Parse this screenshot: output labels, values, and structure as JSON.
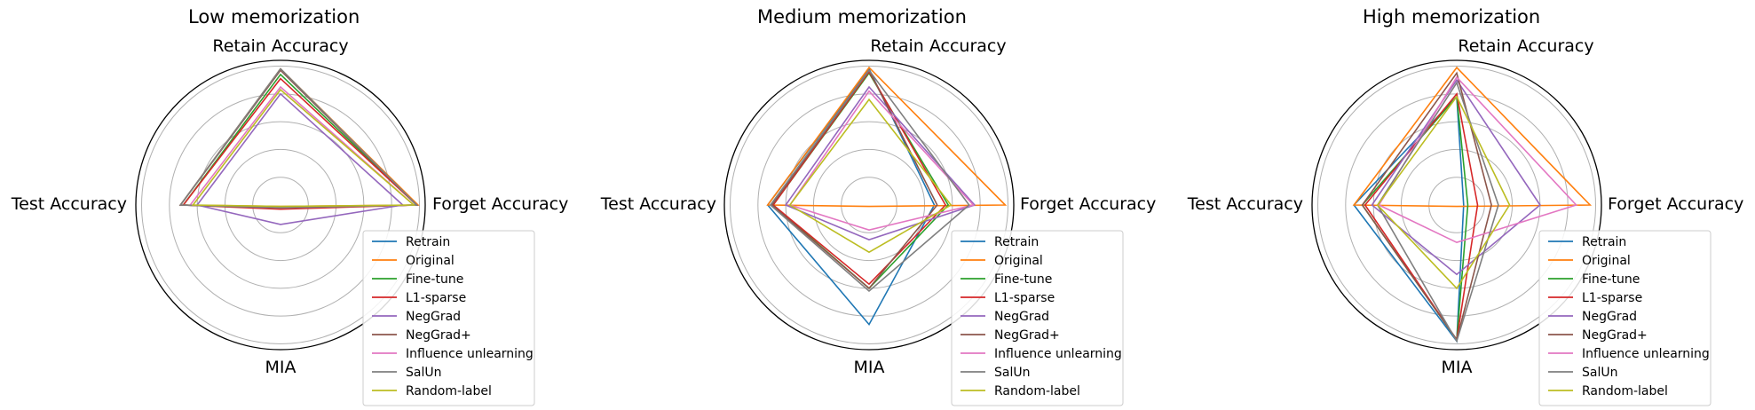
{
  "series_names": [
    "Retrain",
    "Original",
    "Fine-tune",
    "L1-sparse",
    "NegGrad",
    "NegGrad+",
    "Influence unlearning",
    "SalUn",
    "Random-label"
  ],
  "colors": [
    "#1f77b4",
    "#ff7f0e",
    "#2ca02c",
    "#d62728",
    "#9467bd",
    "#8c564b",
    "#e377c2",
    "#7f7f7f",
    "#bcbd22"
  ],
  "axes": [
    "Retain Accuracy",
    "Forget Accuracy",
    "MIA",
    "Test Accuracy"
  ],
  "chart_data": [
    {
      "type": "radar",
      "title": "Low memorization",
      "axes": [
        "Retain Accuracy",
        "Forget Accuracy",
        "MIA",
        "Test Accuracy"
      ],
      "range": [
        0,
        1
      ],
      "grid": true,
      "legend_position": "lower-right",
      "series": [
        {
          "name": "Retrain",
          "values": [
            0.98,
            0.98,
            0.02,
            0.72
          ]
        },
        {
          "name": "Original",
          "values": [
            0.98,
            0.99,
            0.01,
            0.72
          ]
        },
        {
          "name": "Fine-tune",
          "values": [
            0.94,
            0.98,
            0.02,
            0.7
          ]
        },
        {
          "name": "L1-sparse",
          "values": [
            0.91,
            0.98,
            0.03,
            0.7
          ]
        },
        {
          "name": "NegGrad",
          "values": [
            0.8,
            0.88,
            0.14,
            0.6
          ]
        },
        {
          "name": "NegGrad+",
          "values": [
            0.97,
            0.98,
            0.02,
            0.72
          ]
        },
        {
          "name": "Influence unlearning",
          "values": [
            0.85,
            0.96,
            0.02,
            0.65
          ]
        },
        {
          "name": "SalUn",
          "values": [
            0.98,
            0.98,
            0.02,
            0.72
          ]
        },
        {
          "name": "Random-label",
          "values": [
            0.83,
            0.96,
            0.01,
            0.63
          ]
        }
      ]
    },
    {
      "type": "radar",
      "title": "Medium memorization",
      "axes": [
        "Retain Accuracy",
        "Forget Accuracy",
        "MIA",
        "Test Accuracy"
      ],
      "range": [
        0,
        1
      ],
      "grid": true,
      "legend_position": "lower-right",
      "series": [
        {
          "name": "Retrain",
          "values": [
            0.98,
            0.47,
            0.86,
            0.73
          ]
        },
        {
          "name": "Original",
          "values": [
            0.99,
            0.98,
            0.01,
            0.73
          ]
        },
        {
          "name": "Fine-tune",
          "values": [
            0.95,
            0.57,
            0.6,
            0.69
          ]
        },
        {
          "name": "L1-sparse",
          "values": [
            0.96,
            0.55,
            0.57,
            0.69
          ]
        },
        {
          "name": "NegGrad",
          "values": [
            0.85,
            0.76,
            0.25,
            0.6
          ]
        },
        {
          "name": "NegGrad+",
          "values": [
            0.97,
            0.49,
            0.6,
            0.7
          ]
        },
        {
          "name": "Influence unlearning",
          "values": [
            0.82,
            0.75,
            0.18,
            0.57
          ]
        },
        {
          "name": "SalUn",
          "values": [
            0.97,
            0.72,
            0.62,
            0.71
          ]
        },
        {
          "name": "Random-label",
          "values": [
            0.76,
            0.59,
            0.34,
            0.57
          ]
        }
      ]
    },
    {
      "type": "radar",
      "title": "High memorization",
      "axes": [
        "Retain Accuracy",
        "Forget Accuracy",
        "MIA",
        "Test Accuracy"
      ],
      "range": [
        0,
        1
      ],
      "grid": true,
      "legend_position": "lower-right",
      "series": [
        {
          "name": "Retrain",
          "values": [
            0.78,
            0.05,
            0.98,
            0.74
          ]
        },
        {
          "name": "Original",
          "values": [
            0.99,
            0.96,
            0.01,
            0.74
          ]
        },
        {
          "name": "Fine-tune",
          "values": [
            0.78,
            0.08,
            0.97,
            0.68
          ]
        },
        {
          "name": "L1-sparse",
          "values": [
            0.8,
            0.15,
            0.97,
            0.66
          ]
        },
        {
          "name": "NegGrad",
          "values": [
            0.9,
            0.6,
            0.5,
            0.61
          ]
        },
        {
          "name": "NegGrad+",
          "values": [
            0.95,
            0.25,
            0.97,
            0.68
          ]
        },
        {
          "name": "Influence unlearning",
          "values": [
            0.92,
            0.86,
            0.27,
            0.56
          ]
        },
        {
          "name": "SalUn",
          "values": [
            0.88,
            0.3,
            0.98,
            0.57
          ]
        },
        {
          "name": "Random-label",
          "values": [
            0.78,
            0.38,
            0.6,
            0.57
          ]
        }
      ]
    }
  ]
}
